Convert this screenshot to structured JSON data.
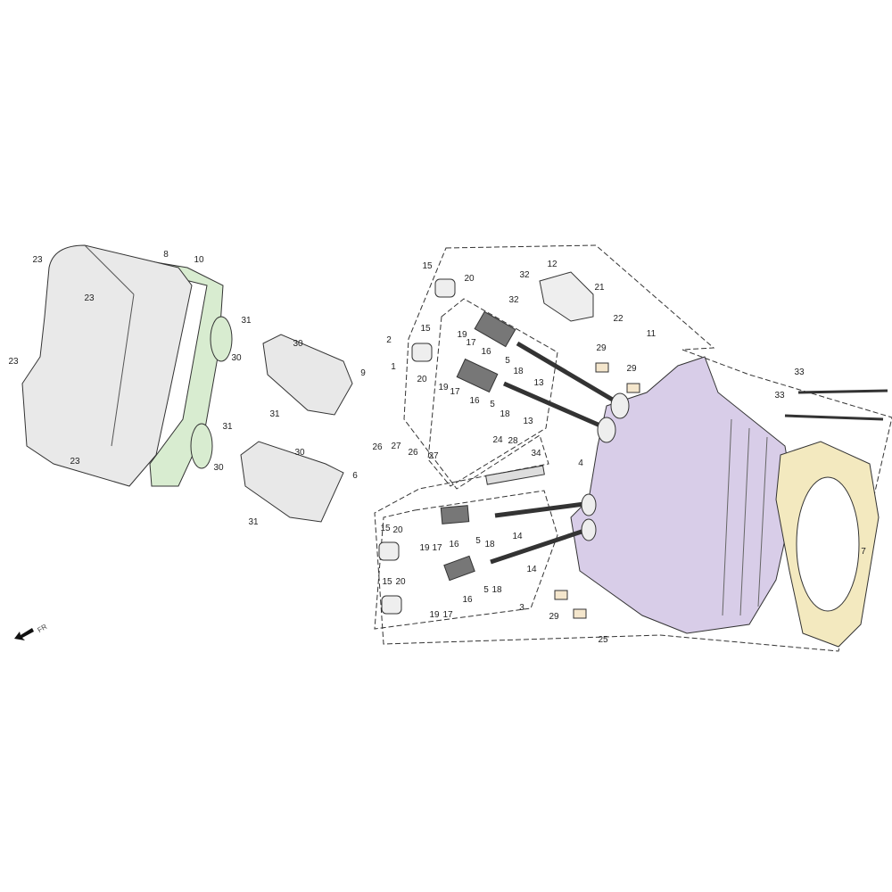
{
  "diagram": {
    "title": "Cylinder head exploded parts diagram",
    "direction_label": "FR",
    "colors": {
      "cover": "#e6e6e6",
      "gasket_green": "#d8ecd0",
      "head": "#d8cde8",
      "gasket_yellow": "#f3e9bf",
      "line": "#333333"
    },
    "callouts": [
      "23",
      "23",
      "23",
      "23",
      "8",
      "10",
      "31",
      "31",
      "31",
      "31",
      "30",
      "30",
      "30",
      "30",
      "9",
      "6",
      "2",
      "1",
      "15",
      "15",
      "15",
      "15",
      "20",
      "20",
      "20",
      "20",
      "19",
      "19",
      "19",
      "19",
      "17",
      "17",
      "17",
      "17",
      "16",
      "16",
      "16",
      "16",
      "5",
      "5",
      "5",
      "5",
      "18",
      "18",
      "18",
      "18",
      "13",
      "13",
      "14",
      "14",
      "12",
      "32",
      "32",
      "21",
      "22",
      "11",
      "29",
      "29",
      "29",
      "4",
      "24",
      "28",
      "34",
      "26",
      "26",
      "27",
      "27",
      "3",
      "25",
      "33",
      "33",
      "7"
    ]
  }
}
